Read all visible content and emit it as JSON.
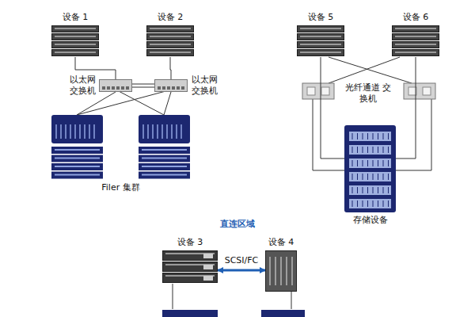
{
  "diagram": {
    "nodes": [
      {
        "text": [
          "设备 1"
        ]
      },
      {
        "text": [
          "设备 2"
        ]
      },
      {
        "text": [
          "以太网 交换机"
        ]
      },
      {
        "text": [
          "以太网 交换机"
        ]
      },
      {
        "text": [
          "Filer 集群"
        ]
      },
      {
        "text": [
          "设备 5"
        ]
      },
      {
        "text": [
          "设备 6"
        ]
      },
      {
        "text": [
          "存储设备"
        ]
      },
      {
        "text": [
          "设备 3"
        ]
      },
      {
        "text": [
          "设备 4"
        ]
      }
    ],
    "edges": [
      {
        "from": 0,
        "to": 2,
        "arrow": "none"
      },
      {
        "from": 1,
        "to": 3,
        "arrow": "none"
      },
      {
        "from": 2,
        "to": 3,
        "arrow": "none"
      },
      {
        "from": 2,
        "to": 4,
        "arrow": "none"
      },
      {
        "from": 3,
        "to": 4,
        "arrow": "none"
      },
      {
        "from": 5,
        "to": 7,
        "arrow": "none"
      },
      {
        "from": 6,
        "to": 7,
        "arrow": "none"
      },
      {
        "from": 8,
        "to": 9,
        "label": "SCSI/FC",
        "arrow": "both"
      }
    ],
    "labels": [
      "光纤通道 交换机",
      "直连区域"
    ]
  }
}
